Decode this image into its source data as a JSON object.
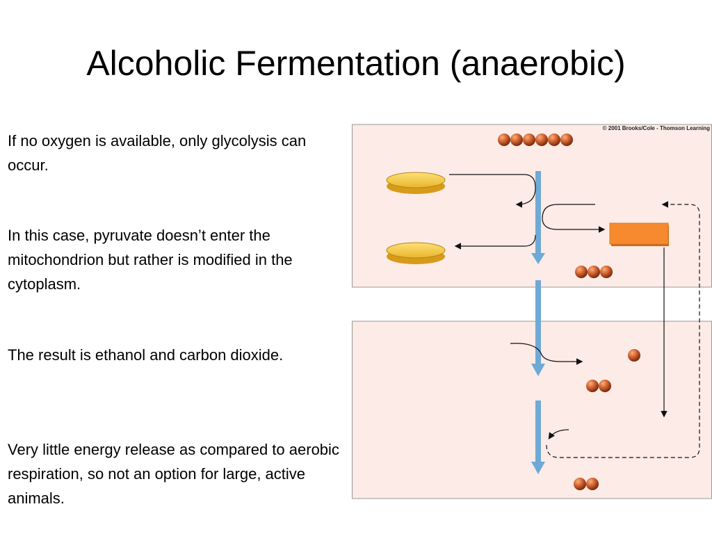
{
  "slide": {
    "title": "Alcoholic Fermentation (anaerobic)",
    "bullets": [
      "If no oxygen is available, only glycolysis can occur.",
      "In this case, pyruvate doesn’t enter the mitochondrion but rather is modified in the cytoplasm.",
      "The result is ethanol and carbon dioxide.",
      "Very little energy release as compared to aerobic respiration, so not an option for large, active animals."
    ]
  },
  "figure": {
    "credit": "© 2001 Brooks/Cole - Thomson Learning",
    "colors": {
      "panel_fill": "#fcebe6",
      "panel_border": "#999999",
      "arrow_blue": "#6fa9d6",
      "coin_fill": "#f7cf3e",
      "coin_edge": "#b8860b",
      "box_orange": "#f7892f",
      "carbon_ball": "#c8562b"
    },
    "icons": [
      "glucose-carbon-chain-icon",
      "coenzyme-disc-icon",
      "nadh-box-icon",
      "pyruvate-molecule-icon",
      "acetaldehyde-molecule-icon",
      "co2-atom-icon",
      "ethanol-molecule-icon"
    ]
  }
}
